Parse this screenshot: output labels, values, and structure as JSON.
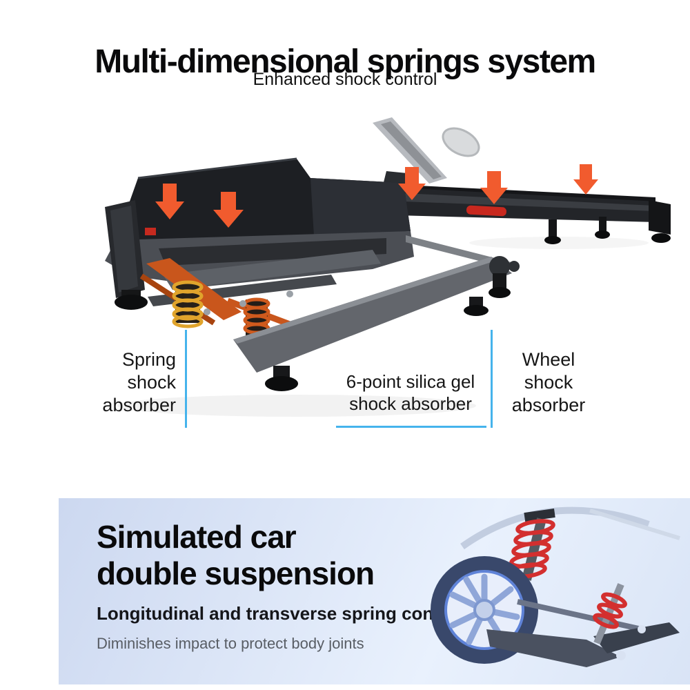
{
  "header": {
    "title": "Multi-dimensional springs system",
    "subtitle": "Enhanced shock control"
  },
  "callouts": {
    "spring": "Spring\nshock\nabsorber",
    "silica": "6-point silica gel\nshock absorber",
    "wheel": "Wheel\nshock\nabsorber"
  },
  "panel": {
    "title": "Simulated car\ndouble suspension",
    "subtitle": "Longitudinal and transverse spring control",
    "note": "Diminishes impact to protect body joints"
  },
  "icons": {
    "arrows": "down-arrow-icon",
    "arrow_count": 5
  },
  "colors": {
    "arrow_orange": "#F15B2E",
    "callout_blue": "#45B3EC",
    "panel_blue_start": "#CCD8F0",
    "panel_blue_end": "#E9F1FD",
    "spring_yellow": "#E0A42C",
    "spring_red": "#D32F2F",
    "treadmill_dark": "#1D1F23"
  }
}
